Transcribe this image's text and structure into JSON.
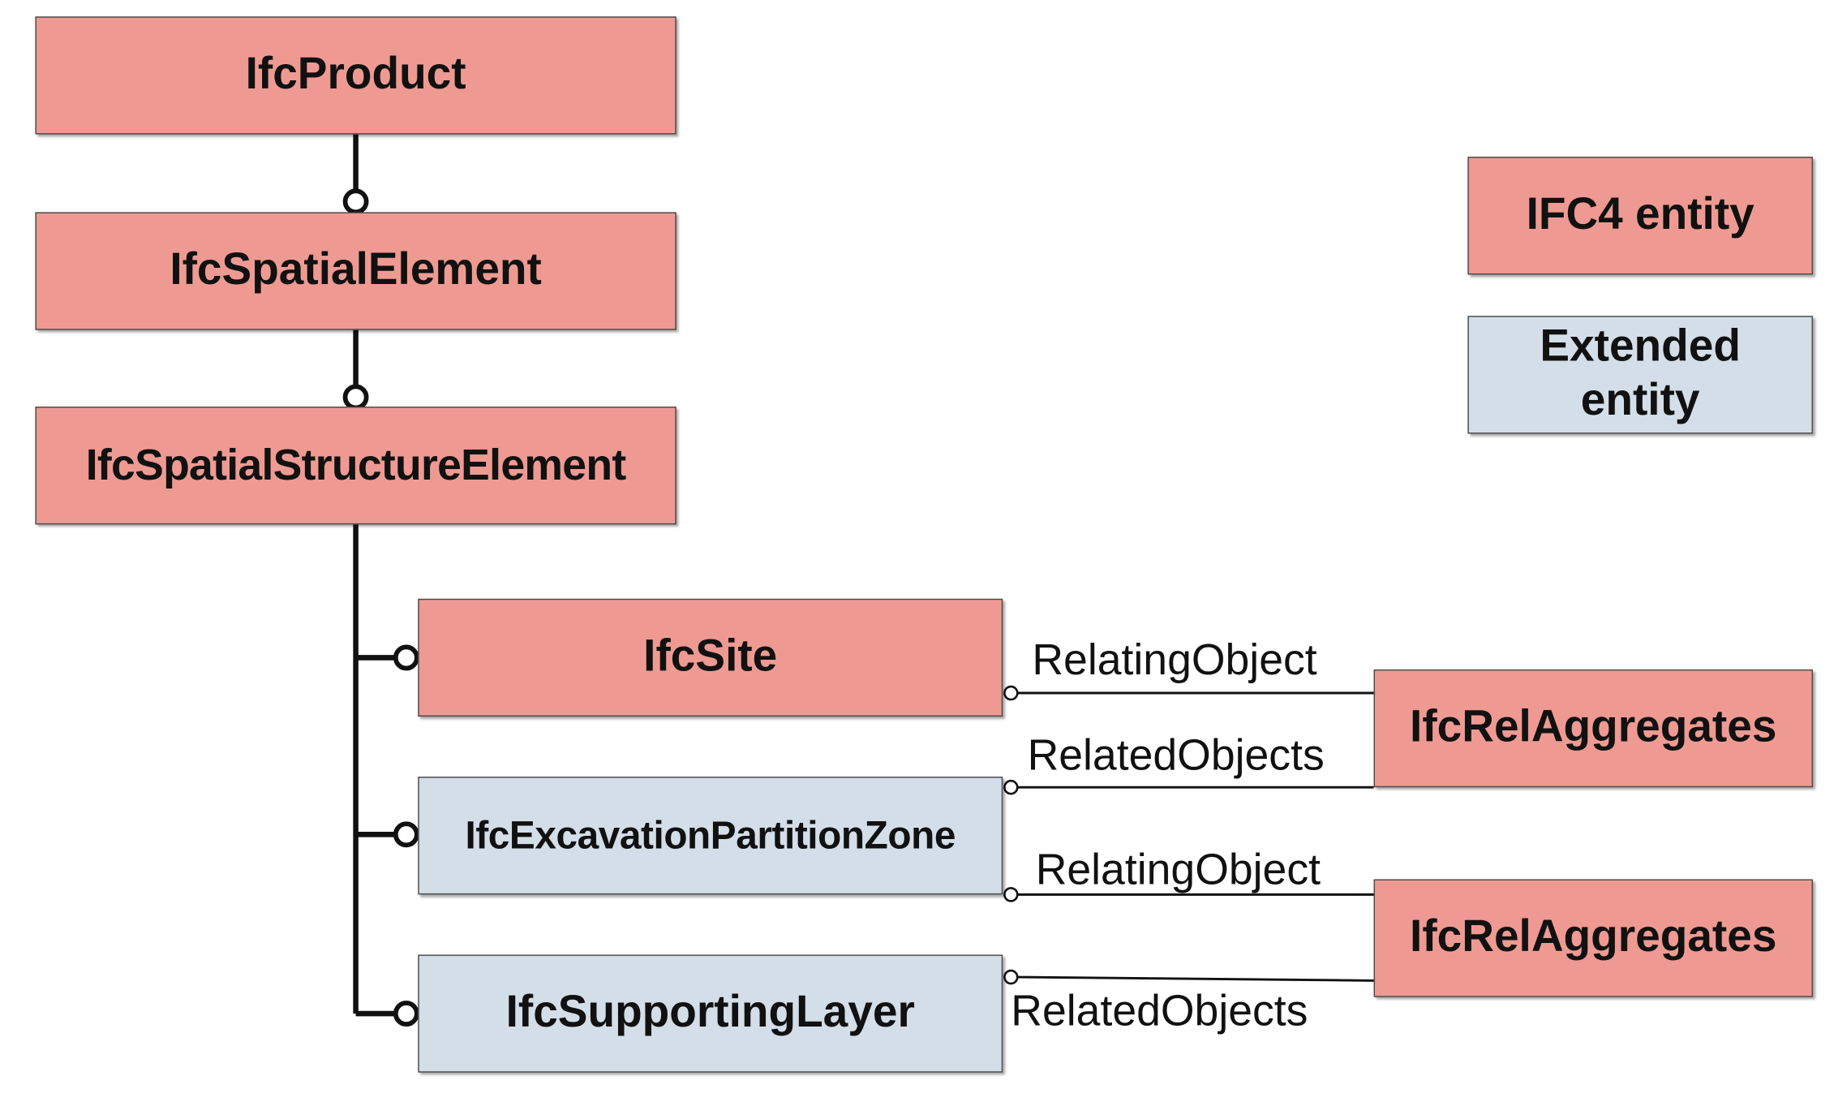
{
  "colors": {
    "ifc4_entity": "#ee9a92",
    "extended_entity": "#d3dee8",
    "line": "#111111"
  },
  "entities": {
    "product": "IfcProduct",
    "spatial_element": "IfcSpatialElement",
    "spatial_structure_element": "IfcSpatialStructureElement",
    "site": "IfcSite",
    "excavation_partition_zone": "IfcExcavationPartitionZone",
    "supporting_layer": "IfcSupportingLayer",
    "rel_aggregates_1": "IfcRelAggregates",
    "rel_aggregates_2": "IfcRelAggregates"
  },
  "relations": {
    "relating_object_1": "RelatingObject",
    "related_objects_1": "RelatedObjects",
    "relating_object_2": "RelatingObject",
    "related_objects_2": "RelatedObjects"
  },
  "legend": {
    "ifc4_entity": "IFC4 entity",
    "extended_entity": "Extended entity"
  }
}
